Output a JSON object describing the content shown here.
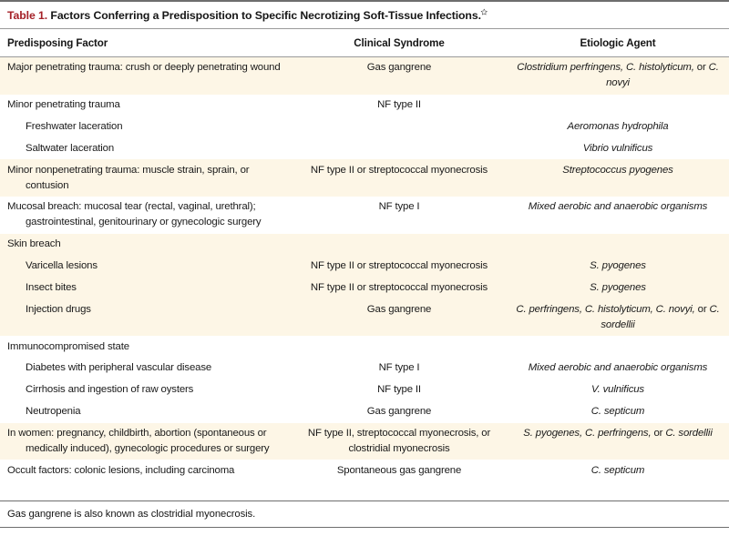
{
  "title": {
    "label": "Table 1.",
    "text": "Factors Conferring a Predisposition to Specific Necrotizing Soft-Tissue Infections.",
    "symbol": "✩",
    "label_color": "#a52128"
  },
  "columns": {
    "factor": "Predisposing Factor",
    "syndrome": "Clinical Syndrome",
    "agent": "Etiologic Agent"
  },
  "rows": [
    {
      "factor": "Major penetrating trauma: crush or deeply penetrating wound",
      "syndrome": "Gas gangrene",
      "agent": "Clostridium perfringens, C. histolyticum, or C. novyi",
      "shaded": true,
      "indent": "hang"
    },
    {
      "factor": "Minor penetrating trauma",
      "syndrome": "NF type II",
      "agent": "",
      "shaded": false,
      "indent": "none"
    },
    {
      "factor": "Freshwater laceration",
      "syndrome": "",
      "agent": "Aeromonas hydrophila",
      "shaded": false,
      "indent": "sub"
    },
    {
      "factor": "Saltwater laceration",
      "syndrome": "",
      "agent": "Vibrio vulnificus",
      "shaded": false,
      "indent": "sub"
    },
    {
      "factor": "Minor nonpenetrating trauma: muscle strain, sprain, or contusion",
      "syndrome": "NF type II or streptococcal myonecrosis",
      "agent": "Streptococcus pyogenes",
      "shaded": true,
      "indent": "hang"
    },
    {
      "factor": "Mucosal breach: mucosal tear (rectal, vaginal, urethral); gastrointestinal, genitourinary or gynecologic surgery",
      "syndrome": "NF type I",
      "agent": "Mixed aerobic and anaerobic organisms",
      "shaded": false,
      "indent": "hang"
    },
    {
      "factor": "Skin breach",
      "syndrome": "",
      "agent": "",
      "shaded": true,
      "indent": "none"
    },
    {
      "factor": "Varicella lesions",
      "syndrome": "NF type II or streptococcal myonecrosis",
      "agent": "S. pyogenes",
      "shaded": true,
      "indent": "sub"
    },
    {
      "factor": "Insect bites",
      "syndrome": "NF type II or streptococcal myonecrosis",
      "agent": "S. pyogenes",
      "shaded": true,
      "indent": "sub"
    },
    {
      "factor": "Injection drugs",
      "syndrome": "Gas gangrene",
      "agent": "C. perfringens, C. histolyticum, C. novyi, or C. sordellii",
      "shaded": true,
      "indent": "sub"
    },
    {
      "factor": "Immunocompromised state",
      "syndrome": "",
      "agent": "",
      "shaded": false,
      "indent": "none"
    },
    {
      "factor": "Diabetes with peripheral vascular disease",
      "syndrome": "NF type I",
      "agent": "Mixed aerobic and anaerobic organisms",
      "shaded": false,
      "indent": "sub"
    },
    {
      "factor": "Cirrhosis and ingestion of raw oysters",
      "syndrome": "NF type II",
      "agent": "V. vulnificus",
      "shaded": false,
      "indent": "sub"
    },
    {
      "factor": "Neutropenia",
      "syndrome": "Gas gangrene",
      "agent": "C. septicum",
      "shaded": false,
      "indent": "sub"
    },
    {
      "factor": "In women: pregnancy, childbirth, abortion (spontaneous or medically induced), gynecologic procedures or surgery",
      "syndrome": "NF type II, streptococcal myonecrosis, or clostridial myonecrosis",
      "agent": "S. pyogenes, C. perfringens, or C. sordellii",
      "shaded": true,
      "indent": "hang"
    },
    {
      "factor": "Occult factors: colonic lesions, including carcinoma",
      "syndrome": "Spontaneous gas gangrene",
      "agent": "C. septicum",
      "shaded": false,
      "indent": "none"
    }
  ],
  "footnote": "Gas gangrene is also known as clostridial myonecrosis."
}
